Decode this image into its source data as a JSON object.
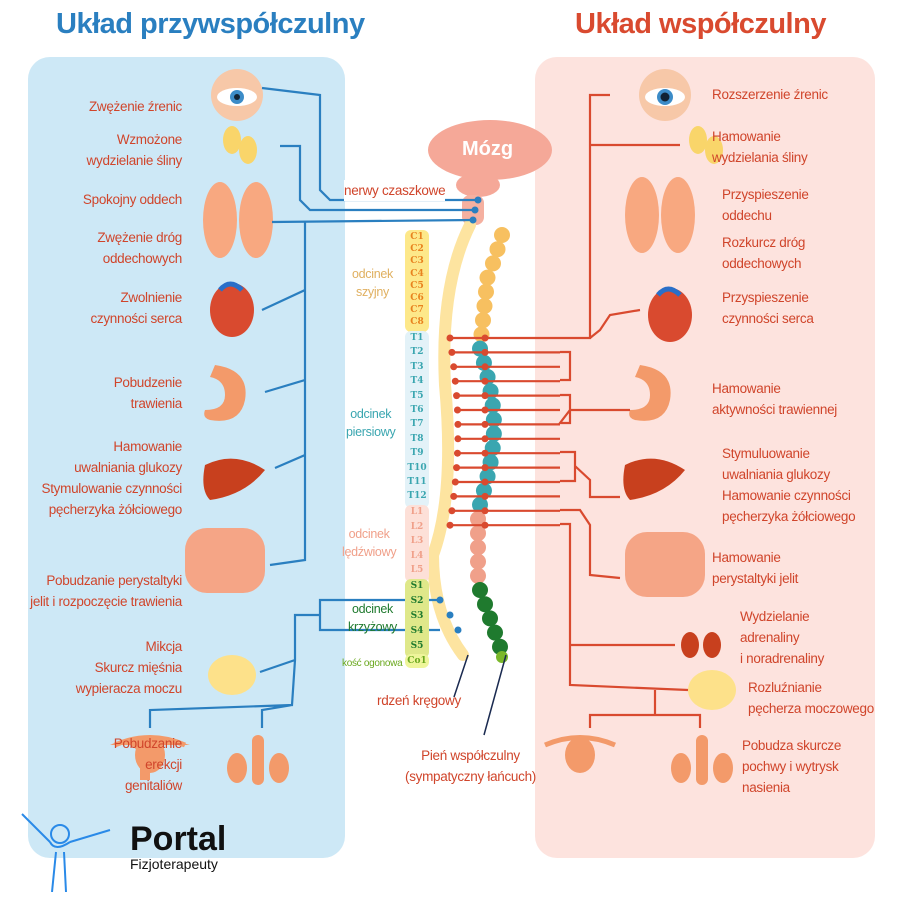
{
  "titles": {
    "left": "Układ przywspółczulny",
    "right": "Układ współczulny"
  },
  "colors": {
    "parasympathetic": "#2a7fc0",
    "sympathetic": "#d94a2f",
    "label": "#d0452b"
  },
  "brain": "Mózg",
  "cranial_nerves": "nerwy czaszkowe",
  "left_labels": [
    "Zwężenie źrenic",
    "Wzmożone\nwydzielanie śliny",
    "Spokojny oddech",
    "Zwężenie dróg\noddechowych",
    "Zwolnienie\nczynności serca",
    "Pobudzenie\ntrawienia",
    "Hamowanie\nuwalniania glukozy\nStymulowanie czynności\npęcherzyka żółciowego",
    "Pobudzanie perystaltyki\njelit i rozpoczęcie trawienia",
    "Mikcja\nSkurcz mięśnia\nwypieracza moczu",
    "Pobudzanie\nerekcji\ngenitaliów"
  ],
  "right_labels": [
    "Rozszerzenie źrenic",
    "Hamowanie\nwydzielania śliny",
    "Przyspieszenie\noddechu",
    "Rozkurcz dróg\noddechowych",
    "Przyspieszenie\nczynności serca",
    "Hamowanie\naktywności trawiennej",
    "Stymuluowanie\nuwalniania glukozy\nHamowanie czynności\npęcherzyka żółciowego",
    "Hamowanie\nperystaltyki jelit",
    "Wydzielanie\nadrenaliny\ni noradrenaliny",
    "Rozluźnianie\npęcherza moczowego",
    "Pobudza skurcze\npochwy i wytrysk\nnasienia"
  ],
  "spine": {
    "sections": [
      {
        "name": "odcinek\nszyjny",
        "color": "#e0b060",
        "bg": "#fde88a",
        "fg": "#e8821e",
        "segments": [
          "C1",
          "C2",
          "C3",
          "C4",
          "C5",
          "C6",
          "C7",
          "C8"
        ]
      },
      {
        "name": "odcinek\npiersiowy",
        "color": "#3aa6b0",
        "bg": "#e3f2f8",
        "fg": "#3aa6b0",
        "segments": [
          "T1",
          "T2",
          "T3",
          "T4",
          "T5",
          "T6",
          "T7",
          "T8",
          "T9",
          "T10",
          "T11",
          "T12"
        ]
      },
      {
        "name": "odcinek\nlędźwiowy",
        "color": "#f0a08a",
        "bg": "#fde0d8",
        "fg": "#f0a08a",
        "segments": [
          "L1",
          "L2",
          "L3",
          "L4",
          "L5"
        ]
      },
      {
        "name": "odcinek\nkrzyżowy",
        "color": "#1f7a2e",
        "bg": "#dfe88a",
        "fg": "#1f7a2e",
        "segments": [
          "S1",
          "S2",
          "S3",
          "S4",
          "S5"
        ]
      },
      {
        "name": "kość ogonowa",
        "color": "#6aa81e",
        "bg": "#eef59a",
        "fg": "#6aa81e",
        "segments": [
          "Co1"
        ]
      }
    ]
  },
  "spinal_cord": "rdzeń kręgowy",
  "sympathetic_trunk": "Pień współczulny\n(sympatyczny łańcuch)",
  "logo": {
    "name": "Portal",
    "sub": "Fizjoterapeuty"
  }
}
